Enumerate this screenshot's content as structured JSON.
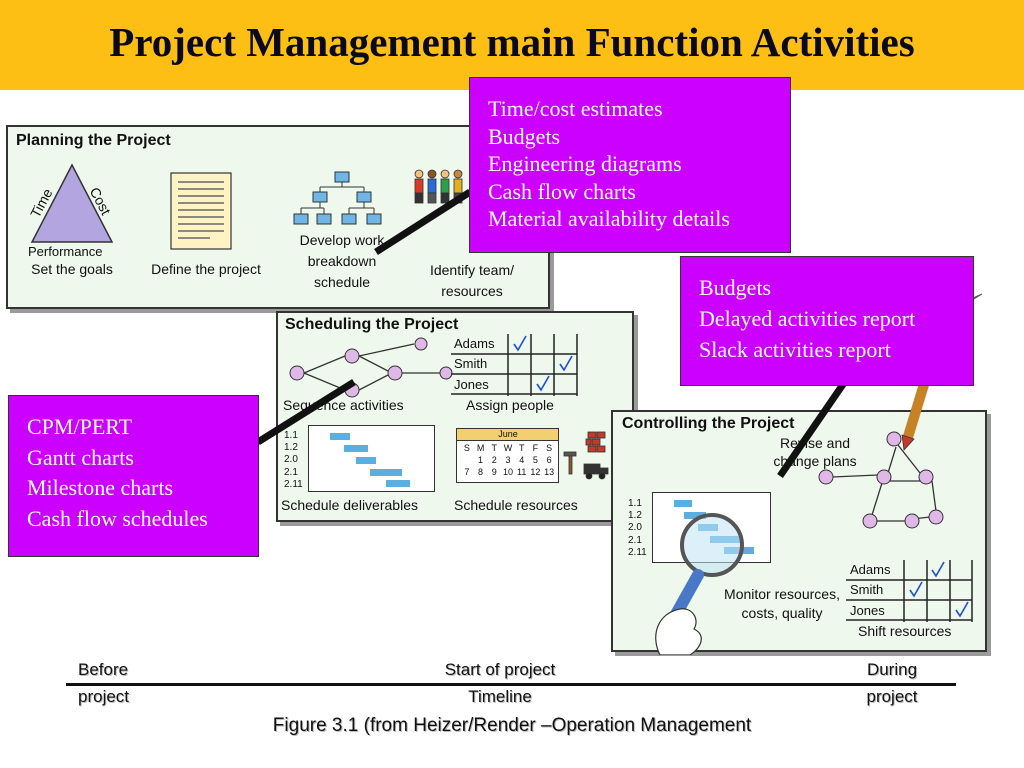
{
  "header": {
    "title": "Project Management main Function Activities",
    "bg_color": "#fdbf13"
  },
  "planning": {
    "title": "Planning the Project",
    "triangle": {
      "left": "Time",
      "right": "Cost",
      "bottom": "Performance"
    },
    "steps": {
      "goals": "Set the goals",
      "define": "Define the project",
      "wbs": [
        "Develop work",
        "breakdown",
        "schedule"
      ],
      "team": [
        "Identify team/",
        "resources"
      ]
    }
  },
  "scheduling": {
    "title": "Scheduling the Project",
    "people": [
      "Adams",
      "Smith",
      "Jones"
    ],
    "sequence": "Sequence activities",
    "assign": "Assign people",
    "gantt_rows": [
      "1.1",
      "1.2",
      "2.0",
      "2.1",
      "2.11"
    ],
    "deliverables": "Schedule deliverables",
    "calendar": {
      "month": "June",
      "days": [
        "S",
        "M",
        "T",
        "W",
        "T",
        "F",
        "S"
      ],
      "week1": [
        "",
        "1",
        "2",
        "3",
        "4",
        "5",
        "6"
      ],
      "week2": [
        "7",
        "8",
        "9",
        "10",
        "11",
        "12",
        "13"
      ]
    },
    "resources": "Schedule resources"
  },
  "controlling": {
    "title": "Controlling the Project",
    "revise": [
      "Revise and",
      "change plans"
    ],
    "gantt_rows": [
      "1.1",
      "1.2",
      "2.0",
      "2.1",
      "2.11"
    ],
    "monitor": [
      "Monitor resources,",
      "costs, quality"
    ],
    "people": [
      "Adams",
      "Smith",
      "Jones"
    ],
    "shift": "Shift resources"
  },
  "callouts": {
    "planning_box": [
      "Time/cost estimates",
      "Budgets",
      "Engineering diagrams",
      "Cash flow charts",
      "Material availability details"
    ],
    "controlling_box": [
      "Budgets",
      "Delayed activities report",
      "Slack activities report"
    ],
    "scheduling_box": [
      "CPM/PERT",
      "Gantt charts",
      "Milestone charts",
      "Cash flow schedules"
    ],
    "color": "#cc00ff"
  },
  "timeline": {
    "before": [
      "Before",
      "project"
    ],
    "start": [
      "Start of project",
      "Timeline"
    ],
    "during": [
      "During",
      "project"
    ]
  },
  "caption": "Figure 3.1 (from Heizer/Render –Operation Management"
}
